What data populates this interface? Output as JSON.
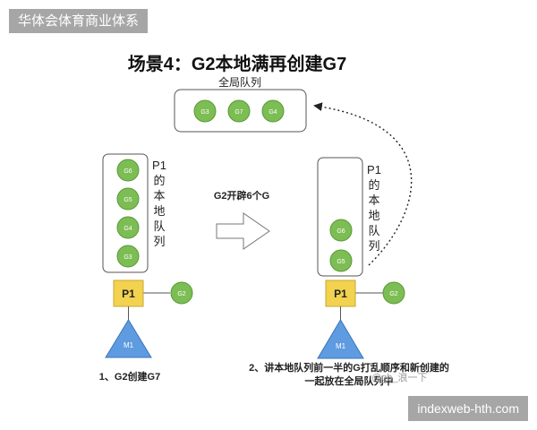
{
  "header_label": "华体会体育商业体系",
  "footer_label": "indexweb-hth.com",
  "title": "场景4：G2本地满再创建G7",
  "global_queue": {
    "label": "全局队列",
    "items": [
      "G3",
      "G7",
      "G4"
    ]
  },
  "left_scene": {
    "local_queue_label": "P1的本地队列",
    "local_items": [
      "G6",
      "G5",
      "G4",
      "G3"
    ],
    "processor": "P1",
    "running_goroutine": "G2",
    "machine": "M1",
    "caption": "1、G2创建G7"
  },
  "arrow_label": "G2开辟6个G",
  "right_scene": {
    "local_queue_label": "P1的本地队列",
    "local_items": [
      "G6",
      "G5"
    ],
    "processor": "P1",
    "running_goroutine": "G2",
    "machine": "M1",
    "caption_line1": "2、讲本地队列前一半的G打乱顺序和新创建的",
    "caption_line2": "一起放在全局队列中"
  },
  "watermark": "@gb_浪一下",
  "colors": {
    "goroutine_fill": "#7cbd54",
    "goroutine_stroke": "#5a9a3a",
    "processor_fill": "#f2d24e",
    "processor_stroke": "#c8a830",
    "machine_fill": "#5e9be0",
    "machine_stroke": "#3d76bb"
  }
}
